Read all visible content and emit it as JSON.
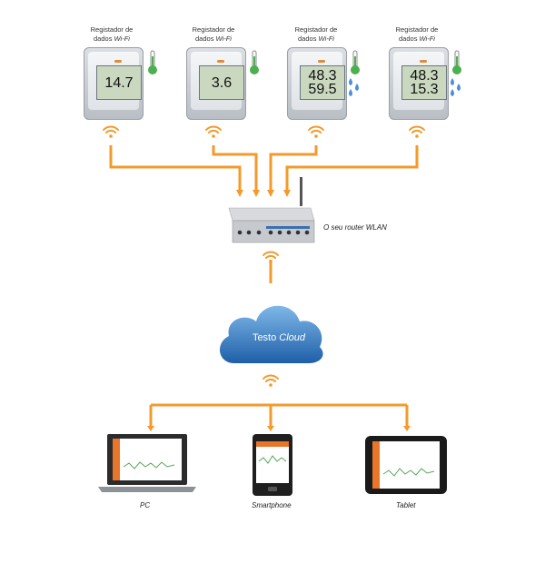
{
  "loggers": [
    {
      "title_line1": "Registador de",
      "title_line2": "dados",
      "title_wifi": "Wi-Fi",
      "values": [
        "14.7"
      ],
      "humidity": false
    },
    {
      "title_line1": "Registador de",
      "title_line2": "dados",
      "title_wifi": "Wi-Fi",
      "values": [
        "3.6"
      ],
      "humidity": false
    },
    {
      "title_line1": "Registador de",
      "title_line2": "dados",
      "title_wifi": "Wi-Fi",
      "values": [
        "48.3",
        "59.5"
      ],
      "humidity": true
    },
    {
      "title_line1": "Registador de",
      "title_line2": "dados",
      "title_wifi": "Wi-Fi",
      "values": [
        "48.3",
        "15.3"
      ],
      "humidity": true
    }
  ],
  "router": {
    "label_prefix": "O seu",
    "label_italic": "router WLAN"
  },
  "cloud": {
    "brand": "Testo",
    "name": "Cloud"
  },
  "clients": [
    {
      "label": "PC",
      "icon": "laptop-icon"
    },
    {
      "label": "Smartphone",
      "icon": "smartphone-icon"
    },
    {
      "label": "Tablet",
      "icon": "tablet-icon"
    }
  ],
  "colors": {
    "arrow": "#f39a2b",
    "cloud": "#2e7bc4",
    "screen": "#c9d8bf",
    "accent": "#e8752a"
  }
}
